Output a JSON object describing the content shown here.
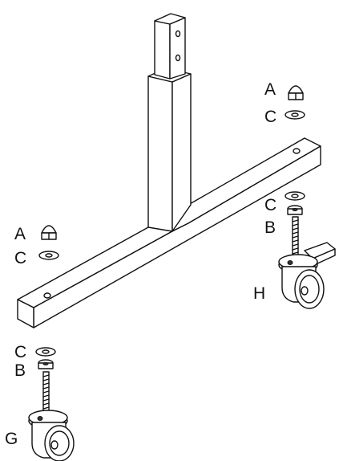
{
  "labels": {
    "a_right": "A",
    "c_right_top": "C",
    "c_right_caster": "C",
    "b_right_caster": "B",
    "h_caster": "H",
    "a_left": "A",
    "c_left": "C",
    "c_left_caster": "C",
    "b_left_caster": "B",
    "g_caster": "G"
  }
}
